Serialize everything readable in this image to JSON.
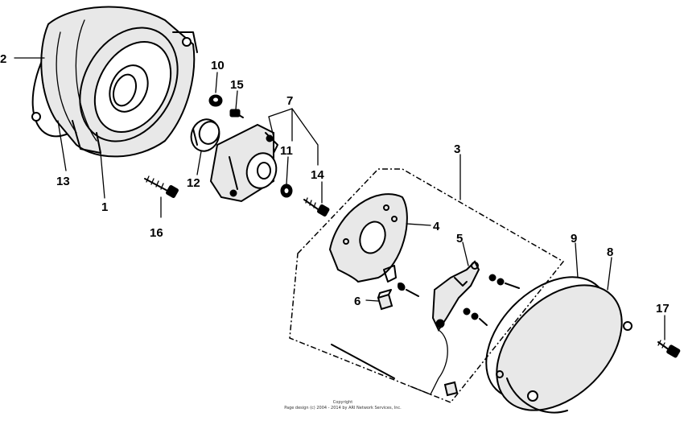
{
  "labels": {
    "p1": "1",
    "p2": "2",
    "p3": "3",
    "p4": "4",
    "p5": "5",
    "p6": "6",
    "p7": "7",
    "p8": "8",
    "p9": "9",
    "p10": "10",
    "p11": "11",
    "p12": "12",
    "p13": "13",
    "p14": "14",
    "p15": "15",
    "p16": "16",
    "p17": "17"
  },
  "footer": {
    "line1": "Copyright",
    "line2": "Page design (c) 2004 - 2014 by ARI Network Services, Inc."
  }
}
